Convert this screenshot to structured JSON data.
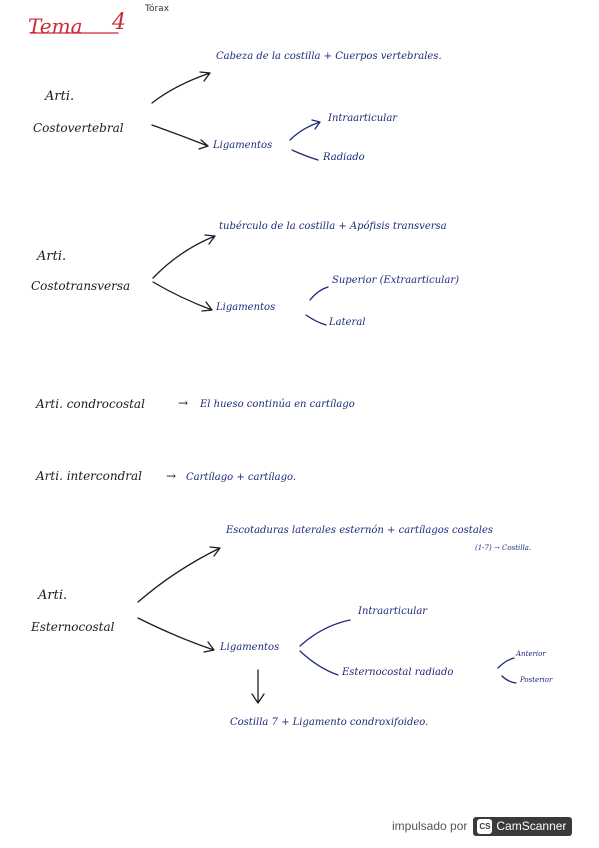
{
  "header": {
    "title": "Tema",
    "number": "4",
    "note": "Tórax"
  },
  "sections": {
    "costovertebral": {
      "name": "Arti.",
      "name2": "Costovertebral",
      "top": "Cabeza de la costilla + Cuerpos vertebrales.",
      "ligamentos": "Ligamentos",
      "sub1": "Intraarticular",
      "sub2": "Radiado"
    },
    "costotransversa": {
      "name": "Arti.",
      "name2": "Costotransversa",
      "top": "tubérculo de la costilla + Apófisis transversa",
      "ligamentos": "Ligamentos",
      "sub1": "Superior (Extraarticular)",
      "sub2": "Lateral"
    },
    "condrocostal": {
      "name": "Arti. condrocostal",
      "arrow": "→",
      "desc": "El hueso continúa en cartílago"
    },
    "intercondral": {
      "name": "Arti. intercondral",
      "arrow": "→",
      "desc": "Cartílago + cartílago."
    },
    "esternocostal": {
      "name": "Arti.",
      "name2": "Esternocostal",
      "top": "Escotaduras laterales esternón + cartílagos costales",
      "top2": "(1-7) → Costilla.",
      "ligamentos": "Ligamentos",
      "sub1": "Intraarticular",
      "sub2": "Esternocostal radiado",
      "sub2a": "Anterior",
      "sub2b": "Posterior",
      "bottom": "Costilla 7 + Ligamento condroxifoideo."
    }
  },
  "footer": {
    "powered": "impulsado por",
    "brand": "CamScanner",
    "logo": "CS"
  }
}
